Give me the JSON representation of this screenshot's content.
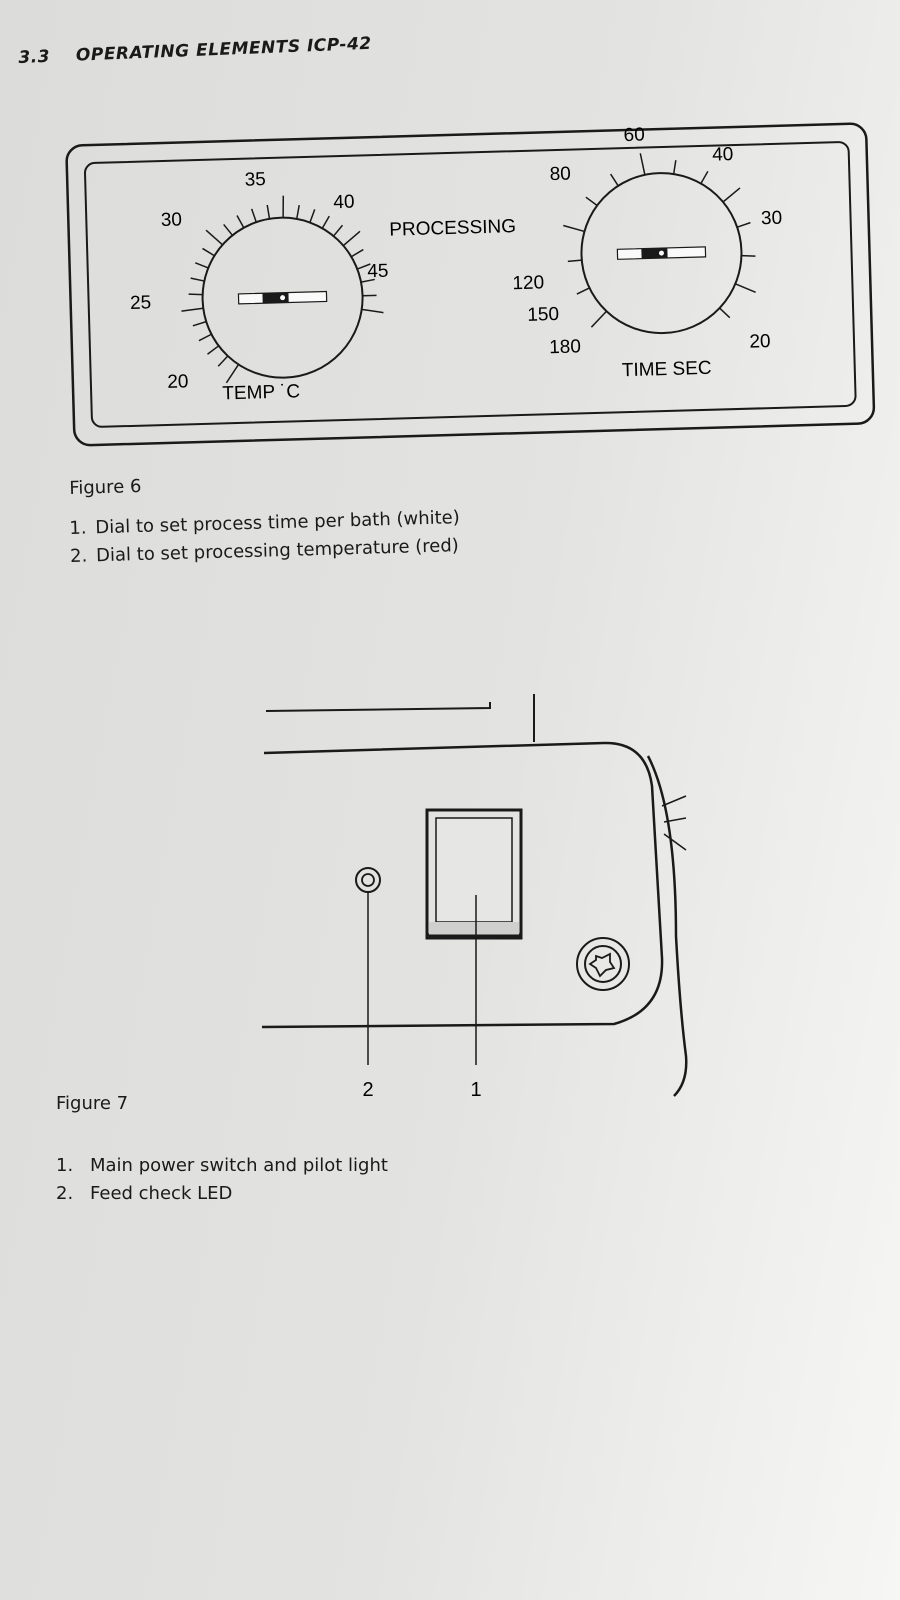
{
  "section": {
    "number": "3.3",
    "title": "OPERATING ELEMENTS ICP-42"
  },
  "figure6": {
    "caption": "Figure 6",
    "panel": {
      "processing_label": "PROCESSING",
      "temp_dial": {
        "label": "TEMP ˙C",
        "scale": [
          "20",
          "25",
          "30",
          "35",
          "40",
          "45"
        ]
      },
      "time_dial": {
        "label": "TIME SEC",
        "scale": [
          "180",
          "150",
          "120",
          "80",
          "60",
          "40",
          "30",
          "20"
        ]
      }
    },
    "items": [
      {
        "num": "1.",
        "text": "Dial to set process time per bath (white)"
      },
      {
        "num": "2.",
        "text": "Dial to set processing temperature (red)"
      }
    ]
  },
  "figure7": {
    "caption": "Figure 7",
    "callouts": [
      "2",
      "1"
    ],
    "items": [
      {
        "num": "1.",
        "text": "Main power switch and pilot light"
      },
      {
        "num": "2.",
        "text": "Feed check LED"
      }
    ]
  }
}
